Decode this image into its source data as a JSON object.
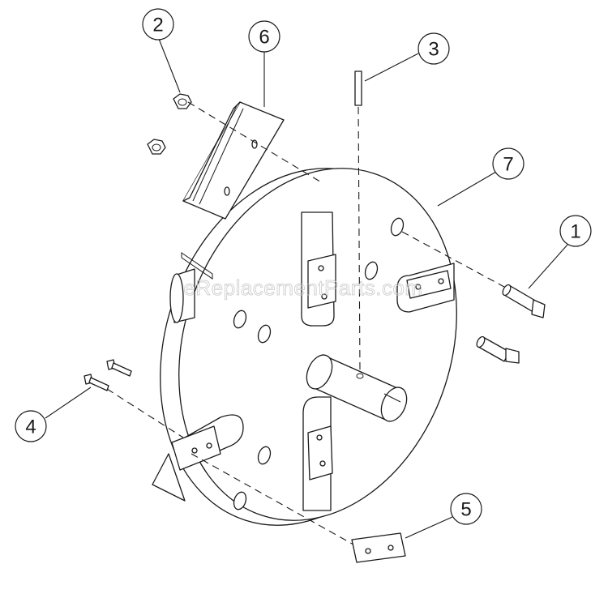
{
  "watermark": "eReplacementParts.com",
  "callouts": [
    {
      "id": "2",
      "label": "2"
    },
    {
      "id": "6",
      "label": "6"
    },
    {
      "id": "3",
      "label": "3"
    },
    {
      "id": "7",
      "label": "7"
    },
    {
      "id": "1",
      "label": "1"
    },
    {
      "id": "4",
      "label": "4"
    },
    {
      "id": "5",
      "label": "5"
    }
  ],
  "colors": {
    "line": "#1a1a1a",
    "background": "#ffffff",
    "watermark": "#c8c8c8"
  }
}
